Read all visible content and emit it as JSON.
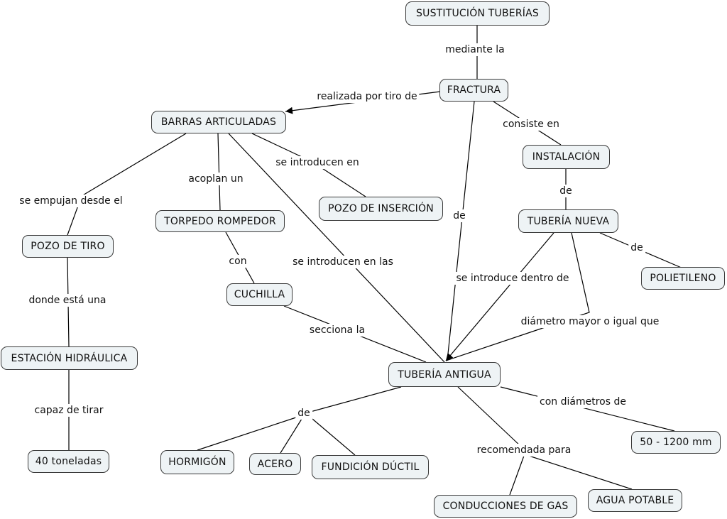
{
  "colors": {
    "node_fill": "#eef3f5",
    "node_border": "#3a3a3a",
    "line": "#000000",
    "text": "#111111"
  },
  "nodes": {
    "sustitucion": "SUSTITUCIÓN TUBERÍAS",
    "fractura": "FRACTURA",
    "barras": "BARRAS ARTICULADAS",
    "instalacion": "INSTALACIÓN",
    "tuberia_nueva": "TUBERÍA NUEVA",
    "polietileno": "POLIETILENO",
    "pozo_insercion": "POZO DE INSERCIÓN",
    "torpedo": "TORPEDO ROMPEDOR",
    "pozo_tiro": "POZO DE TIRO",
    "cuchilla": "CUCHILLA",
    "estacion": "ESTACIÓN HIDRÁULICA",
    "toneladas": "40 toneladas",
    "tuberia_antigua": "TUBERÍA ANTIGUA",
    "diametros": "50 - 1200 mm",
    "hormigon": "HORMIGÓN",
    "acero": "ACERO",
    "fundicion": "FUNDICIÓN DÚCTIL",
    "gas": "CONDUCCIONES DE GAS",
    "agua": "AGUA POTABLE"
  },
  "links": {
    "mediante": "mediante la",
    "realizada": "realizada por tiro de",
    "consiste": "consiste en",
    "de_instalacion": "de",
    "de_fractura": "de",
    "de_polietileno": "de",
    "introduce_dentro": "se introduce dentro de",
    "diametro_mayor": "diámetro mayor o igual que",
    "introducen_en": "se introducen en",
    "acoplan": "acoplan un",
    "empujan": "se empujan desde el",
    "introducen_las": "se introducen en las",
    "con": "con",
    "donde": "donde está una",
    "secciona": "secciona la",
    "capaz": "capaz de tirar",
    "con_diametros": "con diámetros de",
    "de_material": "de",
    "recomendada": "recomendada para"
  }
}
